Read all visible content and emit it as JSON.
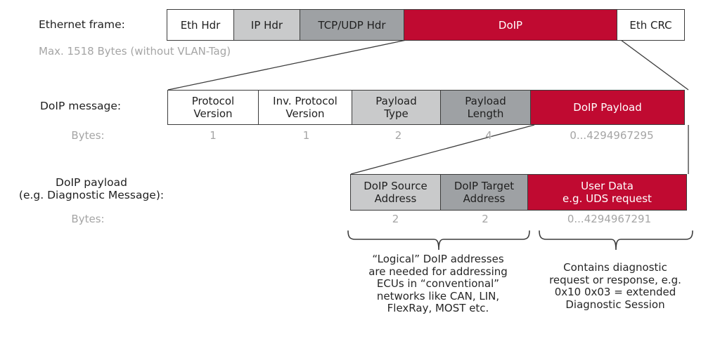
{
  "colors": {
    "accent_red": "#c00a31",
    "light_gray": "#c9cacb",
    "mid_gray": "#9ea1a4",
    "border": "#3c3c3c",
    "muted_text": "#a5a5a5"
  },
  "ethernet_frame": {
    "label": "Ethernet frame:",
    "sublabel": "Max. 1518 Bytes (without VLAN-Tag)",
    "fields": [
      {
        "label": "Eth Hdr",
        "style": "white"
      },
      {
        "label": "IP Hdr",
        "style": "light"
      },
      {
        "label": "TCP/UDP Hdr",
        "style": "mid"
      },
      {
        "label": "DoIP",
        "style": "red"
      },
      {
        "label": "Eth CRC",
        "style": "white"
      }
    ]
  },
  "doip_message": {
    "label": "DoIP message:",
    "bytes_label": "Bytes:",
    "fields": [
      {
        "label": "Protocol\nVersion",
        "bytes": "1",
        "style": "white"
      },
      {
        "label": "Inv. Protocol\nVersion",
        "bytes": "1",
        "style": "white"
      },
      {
        "label": "Payload\nType",
        "bytes": "2",
        "style": "light"
      },
      {
        "label": "Payload\nLength",
        "bytes": "4",
        "style": "mid"
      },
      {
        "label": "DoIP Payload",
        "bytes": "0...4294967295",
        "style": "red"
      }
    ]
  },
  "doip_payload": {
    "label": "DoIP payload\n(e.g. Diagnostic Message):",
    "bytes_label": "Bytes:",
    "fields": [
      {
        "label": "DoIP Source\nAddress",
        "bytes": "2",
        "style": "light"
      },
      {
        "label": "DoIP Target\nAddress",
        "bytes": "2",
        "style": "mid"
      },
      {
        "label": "User Data\ne.g. UDS request",
        "bytes": "0...4294967291",
        "style": "red"
      }
    ]
  },
  "annotations": {
    "addresses_note": "“Logical” DoIP addresses\nare needed for addressing\nECUs in “conventional”\nnetworks like CAN, LIN,\nFlexRay, MOST etc.",
    "userdata_note": "Contains diagnostic\nrequest or response, e.g.\n0x10 0x03 = extended\nDiagnostic Session"
  }
}
